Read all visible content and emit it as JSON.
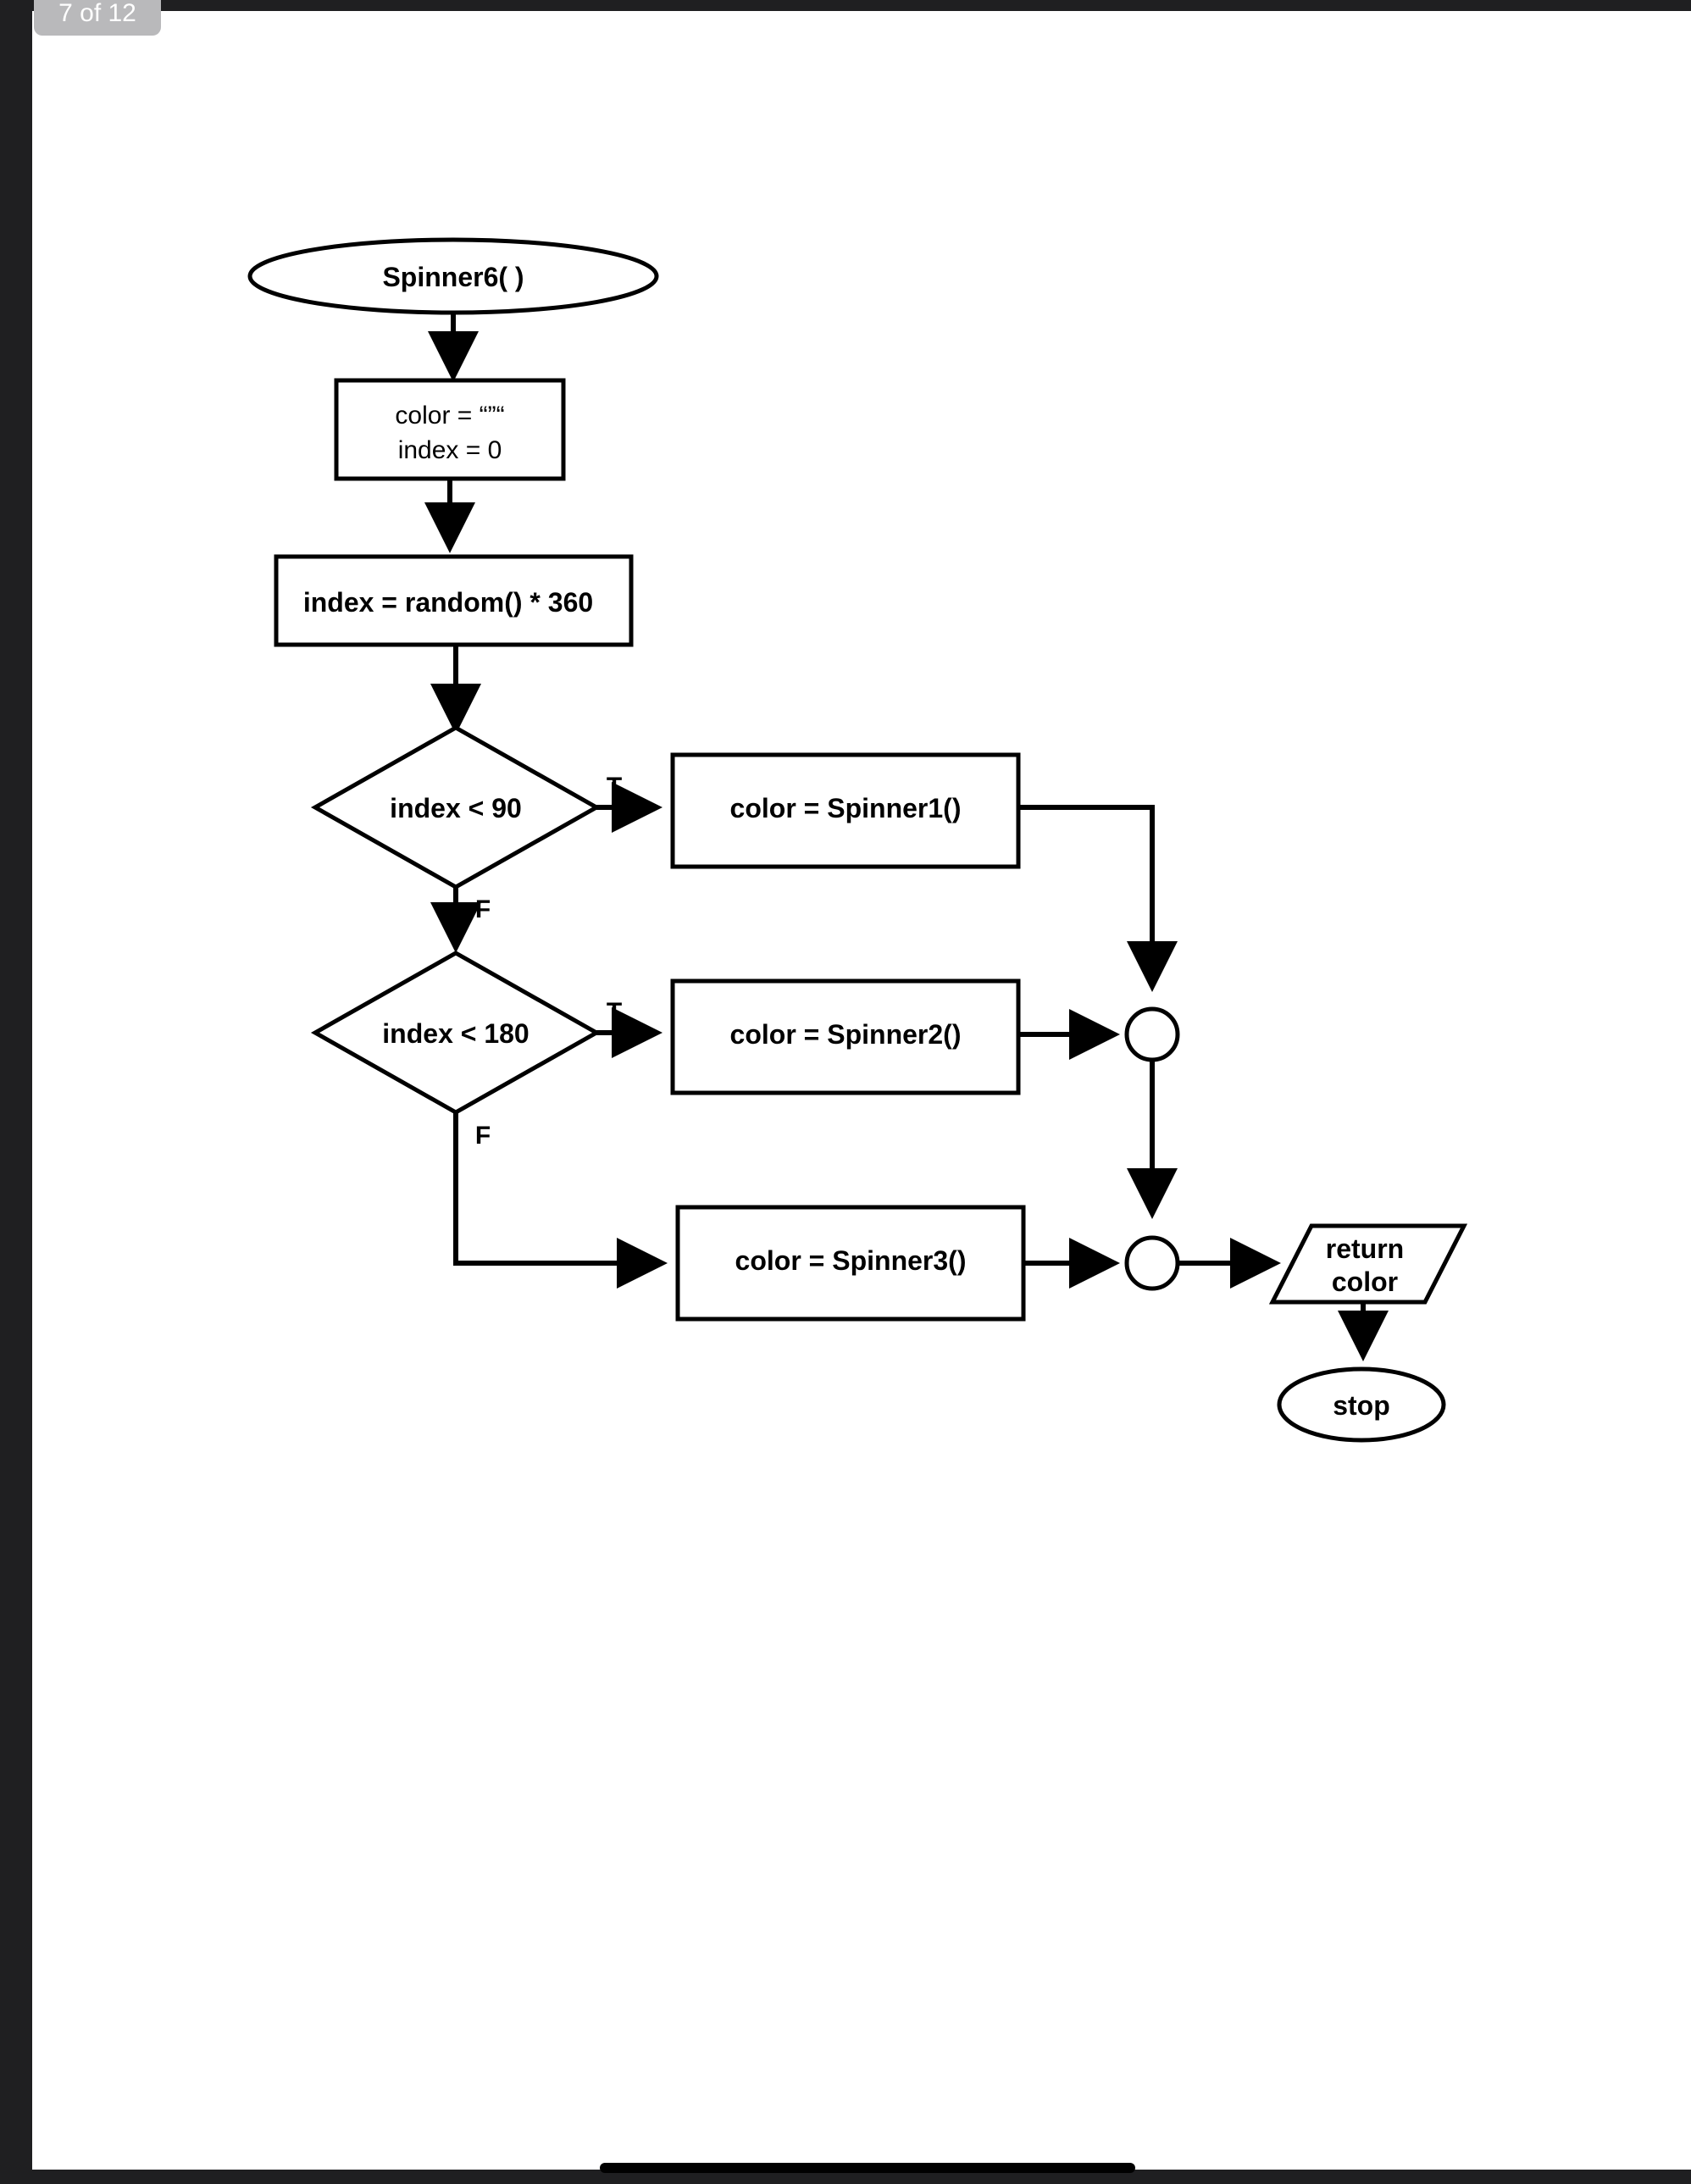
{
  "viewer": {
    "page_indicator": "7 of 12",
    "background_color": "#1f1f21",
    "page_color": "#ffffff",
    "indicator_color": "#b9b9bb"
  },
  "flowchart": {
    "start_label": "Spinner6( )",
    "init_line1": "color = “”“",
    "init_line2": "index = 0",
    "assign_label": "index = random() * 360",
    "decision1_label": "index < 90",
    "decision2_label": "index < 180",
    "true_label_1": "T",
    "false_label_1": "F",
    "true_label_2": "T",
    "false_label_2": "F",
    "process1_label": "color = Spinner1()",
    "process2_label": "color = Spinner2()",
    "process3_label": "color = Spinner3()",
    "output_line1": "return",
    "output_line2": "color",
    "stop_label": "stop"
  }
}
